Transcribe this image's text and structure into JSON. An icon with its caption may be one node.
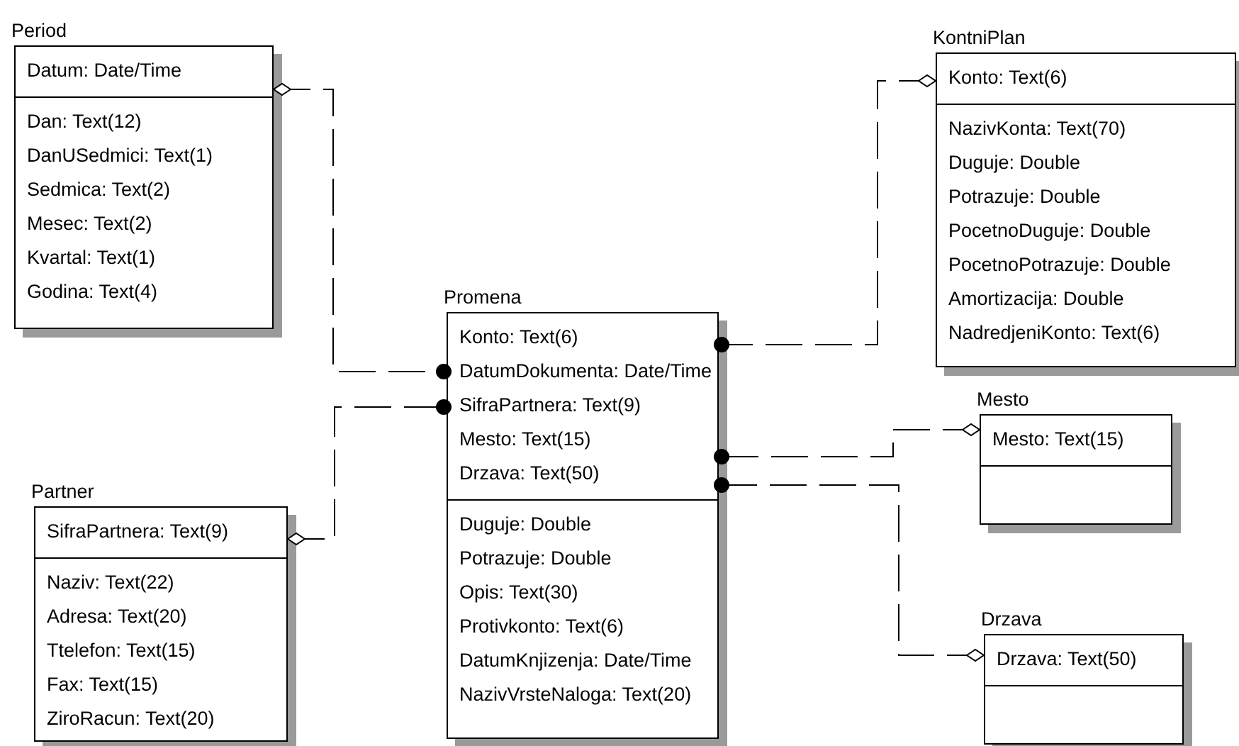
{
  "diagram": {
    "nodes": [
      {
        "text": [
          "Period"
        ]
      },
      {
        "text": [
          "Datum: Date/Time"
        ],
        "in": 0
      },
      {
        "text": [
          "Dan: Text(12)",
          "DanUSedmici: Text(1)",
          "Sedmica: Text(2)",
          "Mesec: Text(2)",
          "Kvartal: Text(1)",
          "Godina: Text(4)"
        ],
        "in": 0
      },
      {
        "text": [
          "KontniPlan"
        ]
      },
      {
        "text": [
          "Konto: Text(6)"
        ],
        "in": 3
      },
      {
        "text": [
          "NazivKonta: Text(70)",
          "Duguje: Double",
          "Potrazuje: Double",
          "PocetnoDuguje: Double",
          "PocetnoPotrazuje: Double",
          "Amortizacija: Double",
          "NadredjeniKonto: Text(6)"
        ],
        "in": 3
      },
      {
        "text": [
          "Promena"
        ]
      },
      {
        "text": [
          "Konto: Text(6)",
          "DatumDokumenta: Date/Time",
          "SifraPartnera: Text(9)",
          "Mesto: Text(15)",
          "Drzava: Text(50)"
        ],
        "in": 6
      },
      {
        "text": [
          "Duguje: Double",
          "Potrazuje: Double",
          "Opis: Text(30)",
          "Protivkonto: Text(6)",
          "DatumKnjizenja: Date/Time",
          "NazivVrsteNaloga: Text(20)"
        ],
        "in": 6
      },
      {
        "text": [
          "Mesto"
        ]
      },
      {
        "text": [
          "Mesto: Text(15)"
        ],
        "in": 9
      },
      {
        "text": [
          "Partner"
        ]
      },
      {
        "text": [
          "SifraPartnera: Text(9)"
        ],
        "in": 11
      },
      {
        "text": [
          "Naziv: Text(22)",
          "Adresa: Text(20)",
          "Ttelefon: Text(15)",
          "Fax: Text(15)",
          "ZiroRacun: Text(20)"
        ],
        "in": 11
      },
      {
        "text": [
          "Drzava"
        ]
      },
      {
        "text": [
          "Drzava: Text(50)"
        ],
        "in": 14
      }
    ],
    "edges": [
      {
        "from": 0,
        "to": 6,
        "arrow": "other",
        "style": "dashed"
      },
      {
        "from": 11,
        "to": 6,
        "arrow": "other",
        "style": "dashed"
      },
      {
        "from": 3,
        "to": 6,
        "arrow": "other",
        "style": "dashed"
      },
      {
        "from": 9,
        "to": 6,
        "arrow": "other",
        "style": "dashed"
      },
      {
        "from": 14,
        "to": 6,
        "arrow": "other",
        "style": "dashed"
      }
    ]
  }
}
